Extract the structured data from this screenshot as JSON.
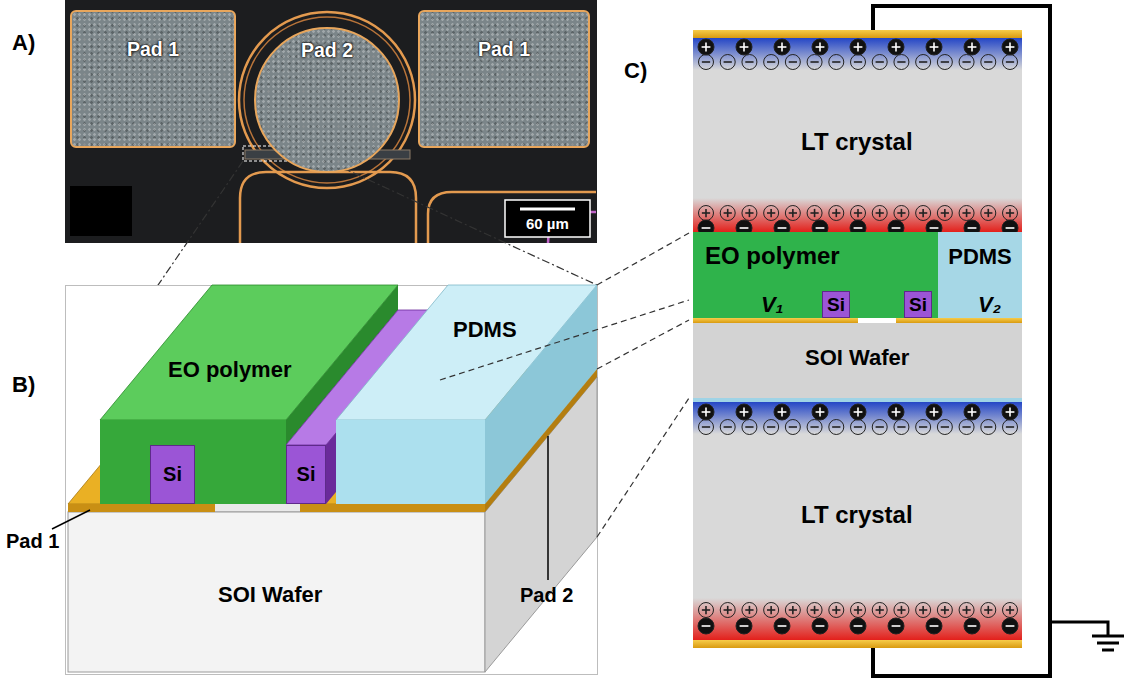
{
  "diagram": {
    "nodes": [
      {
        "text": [
          "Pad 1"
        ]
      },
      {
        "text": [
          "Pad 2"
        ]
      },
      {
        "text": [
          "Pad 1"
        ]
      },
      {
        "text": [
          "EO polymer"
        ]
      },
      {
        "text": [
          "PDMS"
        ]
      },
      {
        "text": [
          "Si"
        ]
      },
      {
        "text": [
          "Si"
        ]
      },
      {
        "text": [
          "SOI Wafer"
        ]
      },
      {
        "text": [
          "LT crystal"
        ]
      },
      {
        "text": [
          "EO polymer"
        ]
      },
      {
        "text": [
          "PDMS"
        ]
      },
      {
        "text": [
          "Si"
        ],
        "in": 9
      },
      {
        "text": [
          "Si"
        ],
        "in": 9
      },
      {
        "text": [
          "SOI Wafer"
        ]
      },
      {
        "text": [
          "LT crystal"
        ]
      }
    ],
    "edges": [
      {
        "from": 12,
        "to": 11,
        "arrow": "to"
      }
    ],
    "labels": [
      "A)",
      "B)",
      "C)",
      "60 µm",
      "Pad 1",
      "Pad 2",
      "V₁",
      "V₂"
    ]
  }
}
